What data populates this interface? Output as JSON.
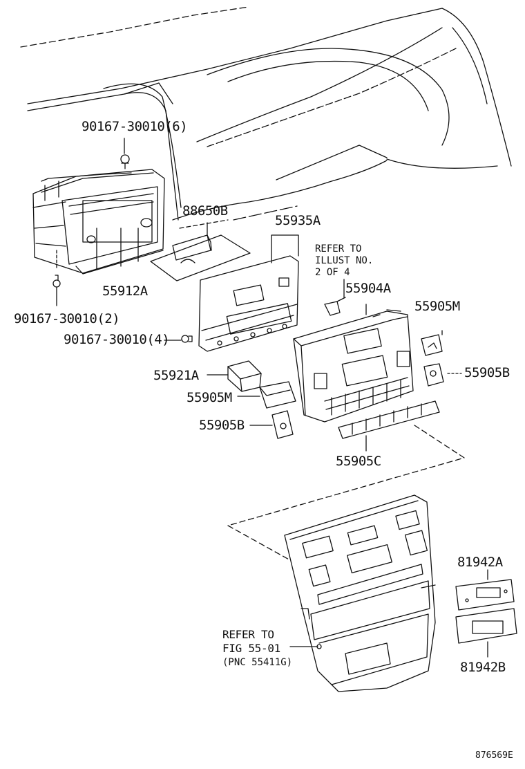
{
  "diagram_code": "876569E",
  "colors": {
    "ink": "#111111",
    "background": "#ffffff"
  },
  "labels": {
    "bolt_upper": "90167-30010(6)",
    "bolt_lower": "90167-30010(2)",
    "bolt_mid": "90167-30010(4)",
    "bracket": "55912A",
    "amp": "88650B",
    "board": "55935A",
    "control": "55904A",
    "knob_m_right": "55905M",
    "knob_b_right": "55905B",
    "switch": "55921A",
    "knob_m_left": "55905M",
    "knob_b_left": "55905B",
    "button_strip": "55905C",
    "plate_a": "81942A",
    "plate_b": "81942B"
  },
  "notes": {
    "refer_illust": [
      "REFER TO",
      "ILLUST NO.",
      "2 OF 4"
    ],
    "refer_fig": [
      "REFER TO",
      "FIG 55-01",
      "(PNC 55411G)"
    ]
  }
}
